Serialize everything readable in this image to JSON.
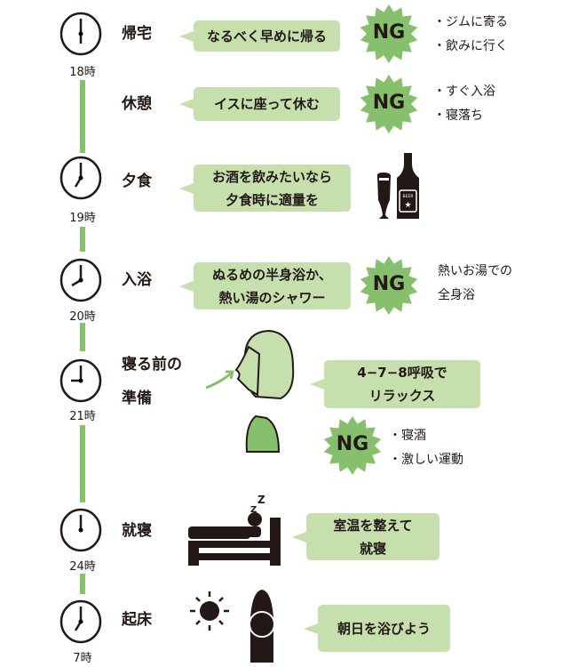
{
  "colors": {
    "accent": "#86c06c",
    "bubble": "#c5e0ad",
    "ink": "#231815"
  },
  "ng_label": "NG",
  "times": [
    "18時",
    "19時",
    "20時",
    "21時",
    "24時",
    "7時"
  ],
  "activities": [
    {
      "label": "帰宅",
      "advice": [
        "なるべく早めに帰る"
      ],
      "ng": [
        "・ジムに寄る",
        "・飲みに行く"
      ]
    },
    {
      "label": "休憩",
      "advice": [
        "イスに座って休む"
      ],
      "ng": [
        "・すぐ入浴",
        "・寝落ち"
      ]
    },
    {
      "label": "夕食",
      "advice": [
        "お酒を飲みたいなら",
        "夕食時に適量を"
      ],
      "icon": "beer-glass-and-bottle-icon",
      "bottle_label": "BEER"
    },
    {
      "label": "入浴",
      "advice": [
        "ぬるめの半身浴か、",
        "熱い湯のシャワー"
      ],
      "ng": [
        "熱いお湯での",
        "全身浴"
      ]
    },
    {
      "label": [
        "寝る前の",
        "準備"
      ],
      "advice": [
        "4−7−8呼吸で",
        "リラックス"
      ],
      "ng": [
        "・寝酒",
        "・激しい運動"
      ],
      "icon": "breathing-woman-icon"
    },
    {
      "label": "就寝",
      "advice": [
        "室温を整えて",
        "就寝"
      ],
      "icon": "sleeping-bed-icon"
    },
    {
      "label": "起床",
      "advice": [
        "朝日を浴びよう"
      ],
      "icon": "sun-and-person-icon"
    }
  ]
}
